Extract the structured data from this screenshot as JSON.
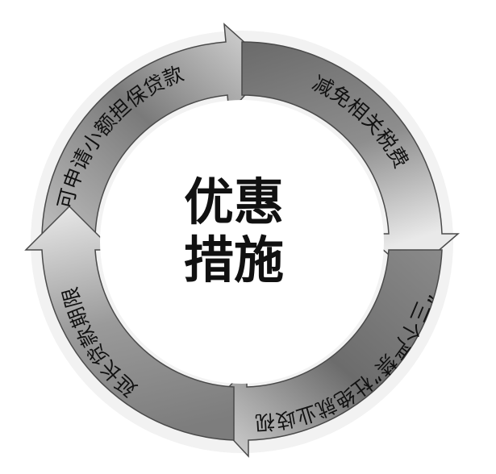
{
  "center": {
    "line1": "优惠",
    "line2": "措施"
  },
  "segments": [
    {
      "label": "可申请小额担保贷款"
    },
    {
      "label": "减免相关税费"
    },
    {
      "label": "“三个严禁”杜绝就业歧视"
    },
    {
      "label": "延长贷款期限"
    }
  ],
  "colors": {
    "ring_dark": "#5a5a5a",
    "ring_light": "#e6e6e6",
    "text": "#111111"
  }
}
